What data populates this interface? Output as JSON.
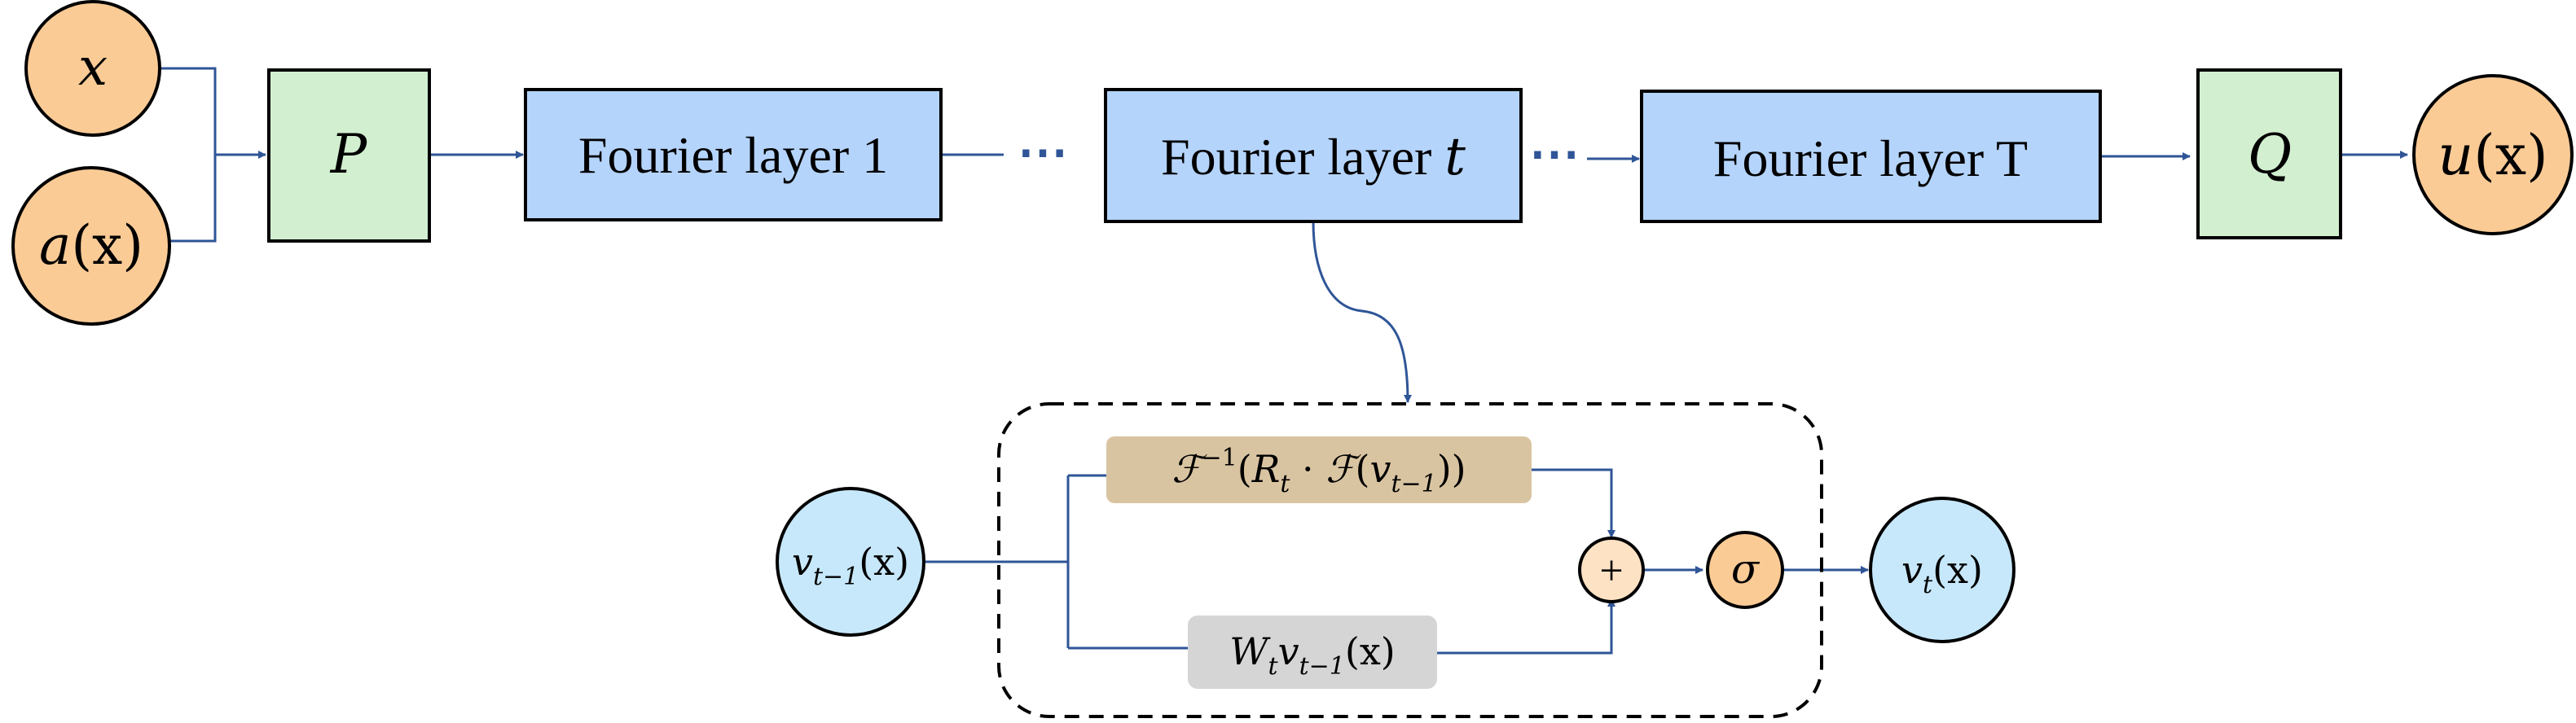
{
  "colors": {
    "line": "#2f5597",
    "stroke": "#000000",
    "orange": "#fbcb96",
    "green": "#d2efd0",
    "blue": "#b5d4fb",
    "lightblue": "#c7e8fa",
    "tan": "#d9c4a2",
    "gray": "#d5d5d5",
    "plusfill": "#fde2c4"
  },
  "inputs": {
    "x": "x",
    "a_name": "a",
    "a_arg": "(x)"
  },
  "lifting": {
    "label": "P"
  },
  "layers": {
    "first": "Fourier layer 1",
    "middle_text": "Fourier layer ",
    "middle_var": "t",
    "last": "Fourier layer T",
    "ellipsis": "⋯"
  },
  "projection": {
    "label": "Q"
  },
  "output": {
    "name": "u",
    "arg": "(x)"
  },
  "detail": {
    "input": {
      "v": "v",
      "sub": "t−1",
      "arg": "(x)"
    },
    "spectral": {
      "f": "ℱ",
      "sup": "−1",
      "open": "(",
      "r": "R",
      "r_sub": "t",
      "dot": " · ",
      "f2": "ℱ",
      "inner_open": "(",
      "v": "v",
      "v_sub": "t−1",
      "close": "))"
    },
    "local": {
      "w": "W",
      "w_sub": "t",
      "v": "v",
      "v_sub": "t−1",
      "arg": "(x)"
    },
    "sum_symbol": "+",
    "activation": "σ",
    "output": {
      "v": "v",
      "sub": "t",
      "arg": "(x)"
    }
  }
}
